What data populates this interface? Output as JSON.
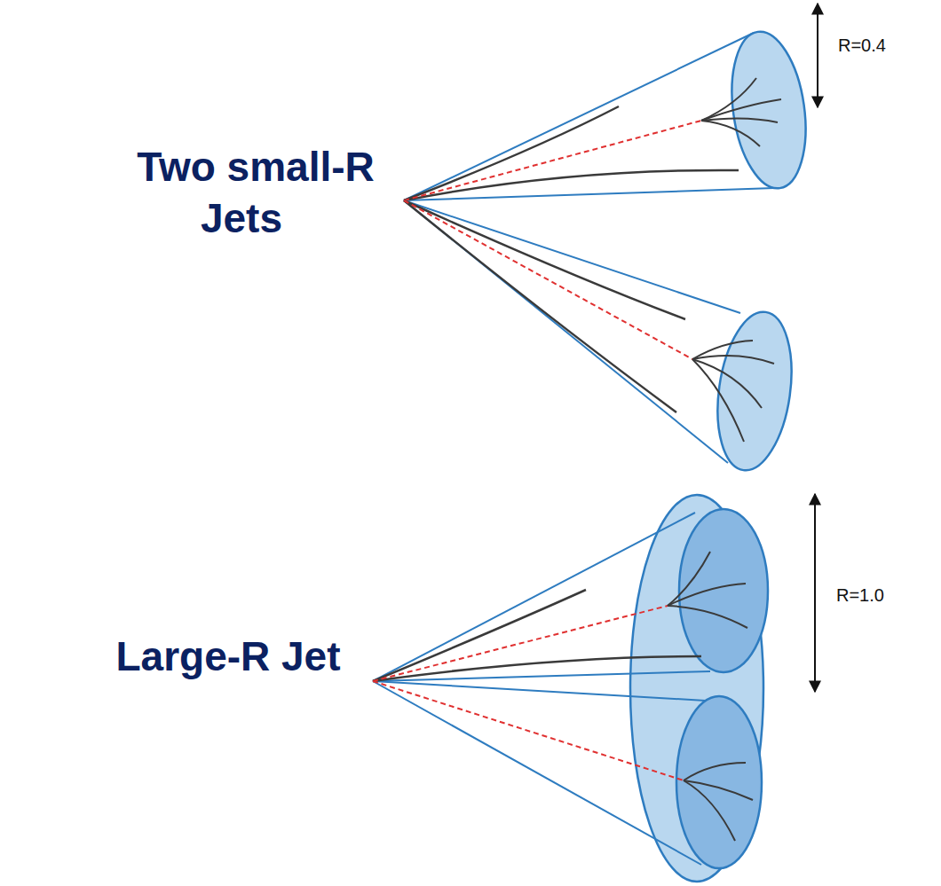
{
  "diagram": {
    "labels": [
      "Two small-R Jets",
      "R=0.4",
      "Large-R Jet",
      "R=1.0"
    ]
  }
}
